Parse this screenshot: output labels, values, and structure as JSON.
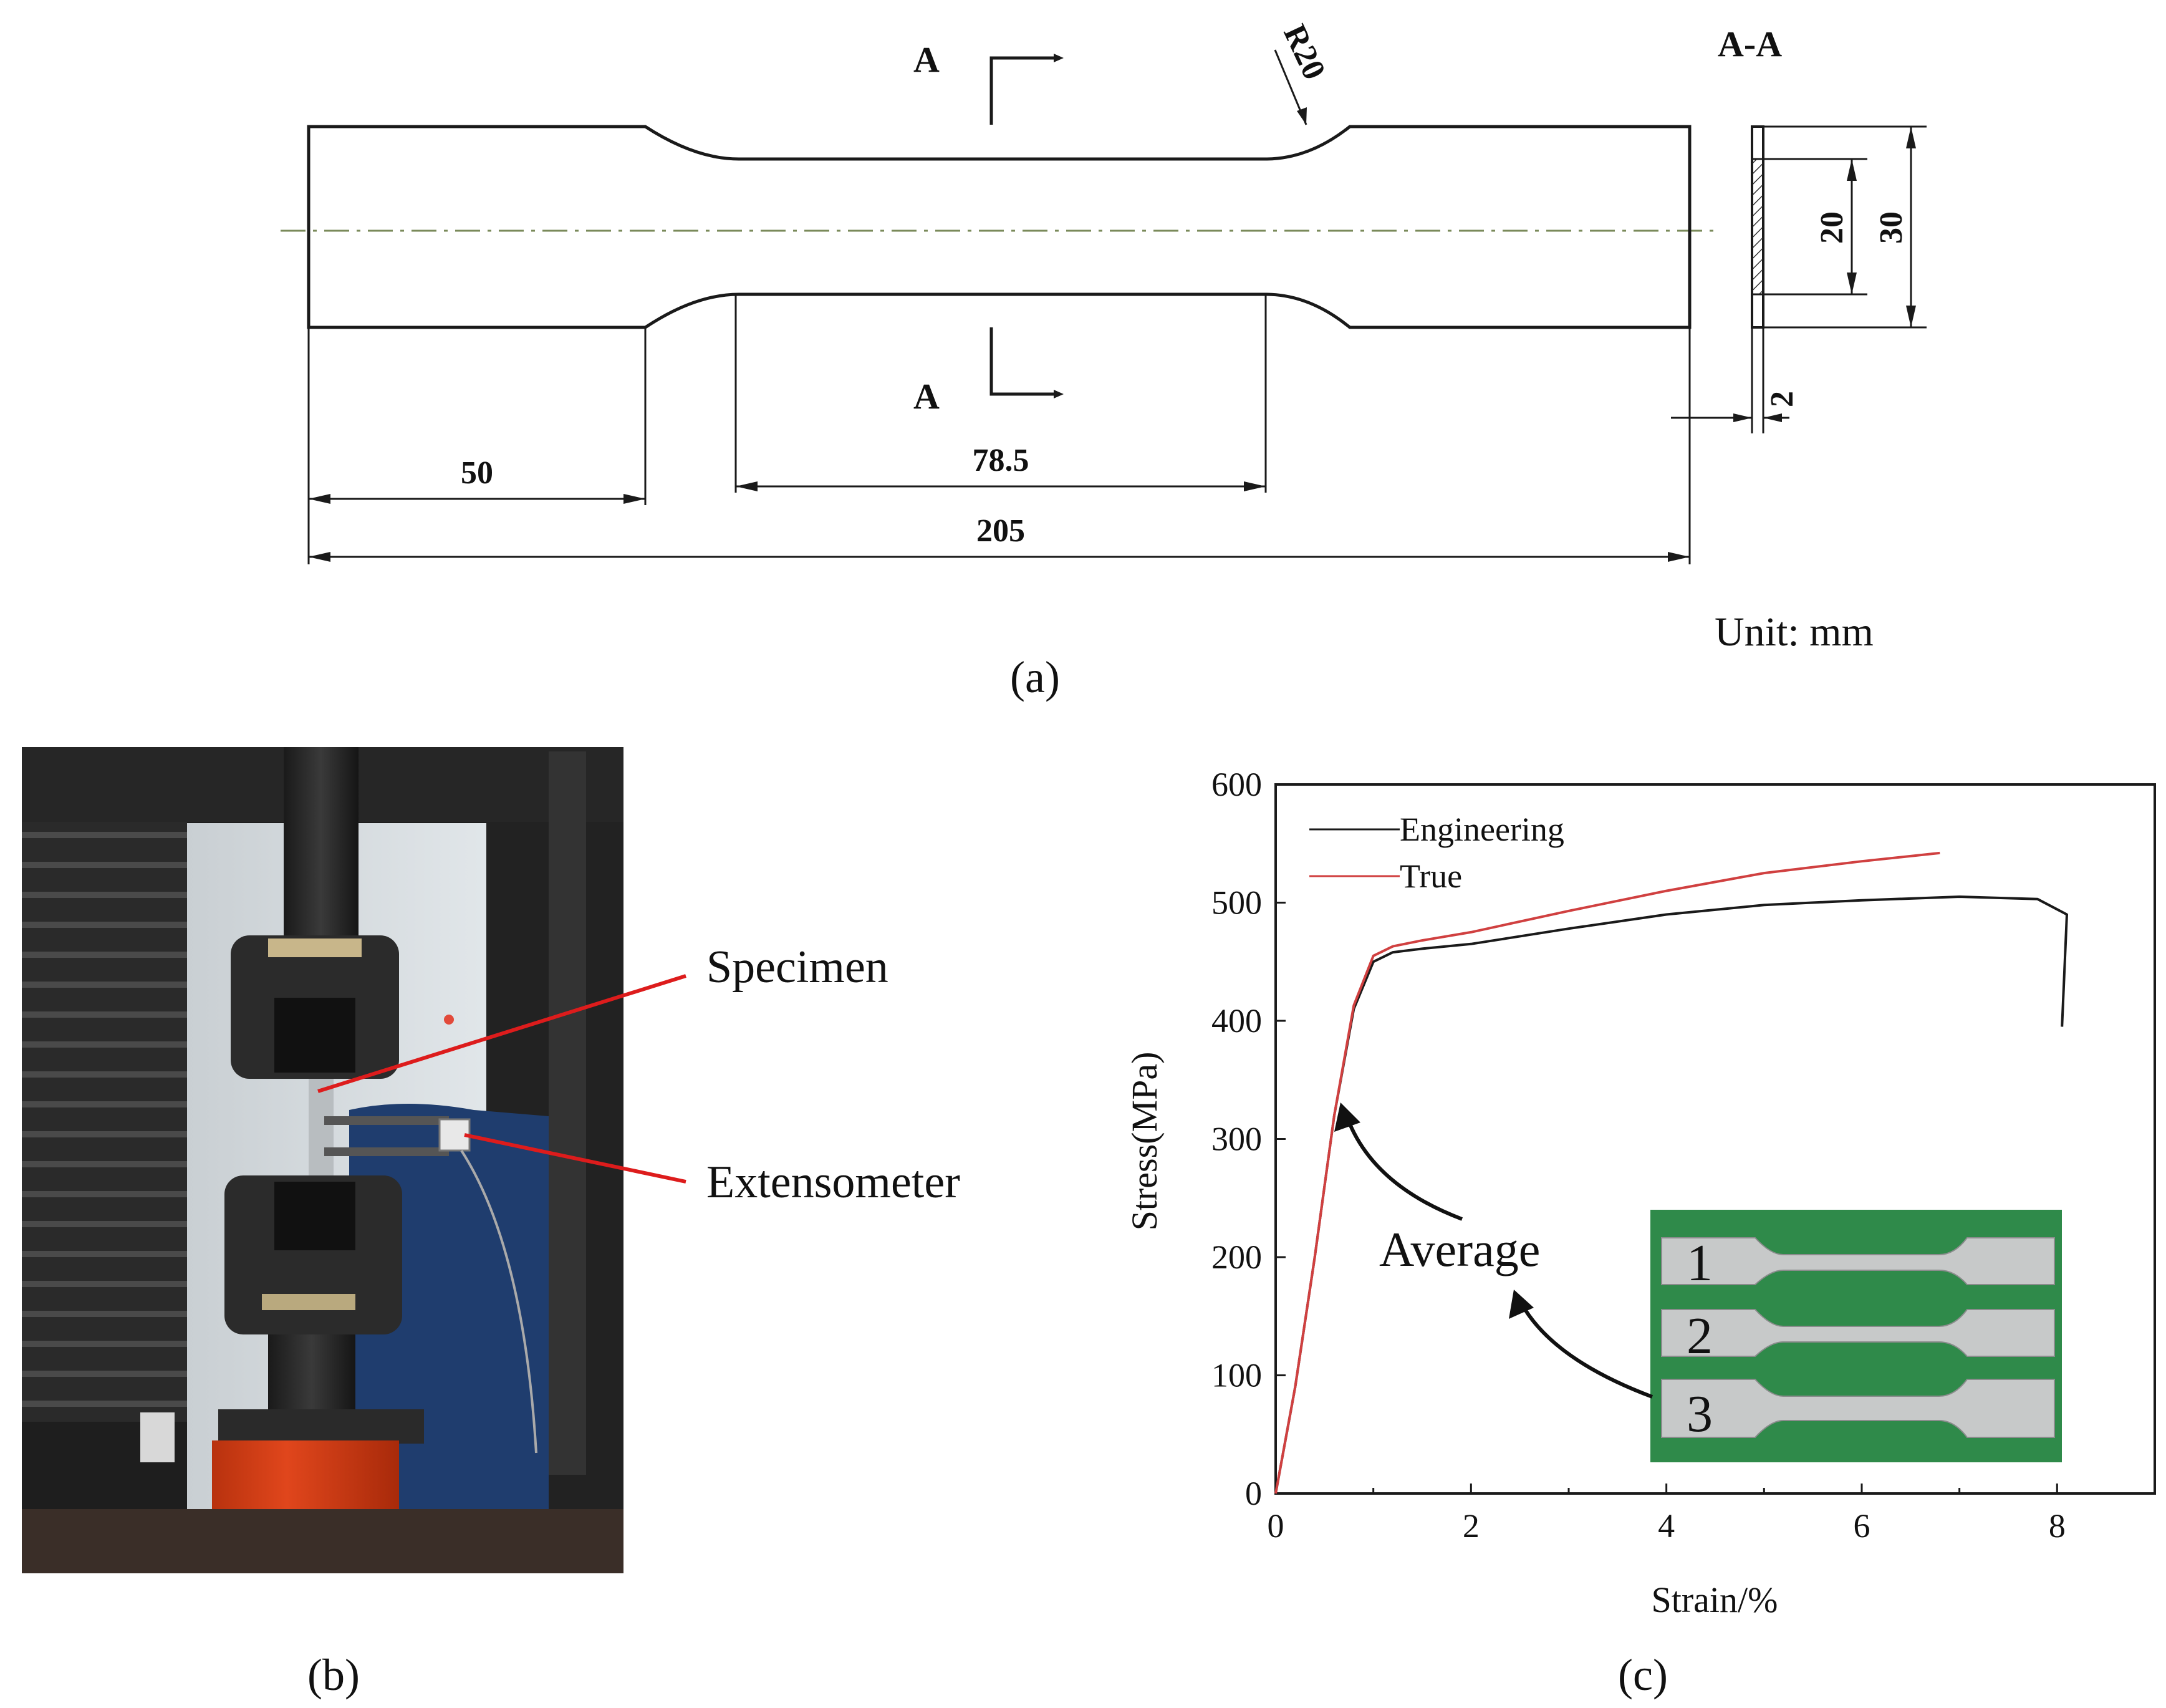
{
  "panel_a": {
    "section_marker": "A",
    "section_view_title": "A-A",
    "radius_label": "R20",
    "dims": {
      "grip_length": "50",
      "gauge_length": "78.5",
      "total_length": "205",
      "gauge_width": "20",
      "grip_width": "30",
      "thickness": "2"
    },
    "unit_note": "Unit: mm",
    "caption": "(a)"
  },
  "panel_b": {
    "labels": {
      "specimen": "Specimen",
      "extensometer": "Extensometer"
    },
    "caption": "(b)"
  },
  "panel_c": {
    "caption": "(c)",
    "annotation": "Average",
    "inset_labels": [
      "1",
      "2",
      "3"
    ]
  },
  "colors": {
    "engineering_line": "#1a1a1a",
    "true_line": "#d04040",
    "callout_line": "#dd1c1c",
    "inset_green": "#2f8a4a",
    "machine_orange": "#e0461c"
  },
  "chart_data": {
    "type": "line",
    "xlabel": "Strain/%",
    "ylabel": "Stress(MPa)",
    "xlim": [
      0,
      9
    ],
    "ylim": [
      0,
      600
    ],
    "xticks": [
      "0",
      "2",
      "4",
      "6",
      "8"
    ],
    "yticks": [
      "0",
      "100",
      "200",
      "300",
      "400",
      "500",
      "600"
    ],
    "legend_position": "top-left",
    "grid": false,
    "series": [
      {
        "name": "Engineering",
        "color": "#1a1a1a",
        "x": [
          0,
          0.2,
          0.4,
          0.6,
          0.8,
          1.0,
          1.2,
          1.5,
          2.0,
          3.0,
          4.0,
          5.0,
          6.0,
          7.0,
          7.8,
          8.1,
          8.05
        ],
        "y": [
          0,
          90,
          200,
          320,
          410,
          450,
          458,
          461,
          465,
          478,
          490,
          498,
          502,
          505,
          503,
          490,
          395
        ]
      },
      {
        "name": "True",
        "color": "#d04040",
        "x": [
          0,
          0.2,
          0.4,
          0.6,
          0.8,
          1.0,
          1.2,
          1.5,
          2.0,
          3.0,
          4.0,
          5.0,
          6.0,
          6.8
        ],
        "y": [
          0,
          90,
          200,
          320,
          413,
          455,
          463,
          468,
          475,
          493,
          510,
          525,
          535,
          542
        ]
      }
    ]
  }
}
